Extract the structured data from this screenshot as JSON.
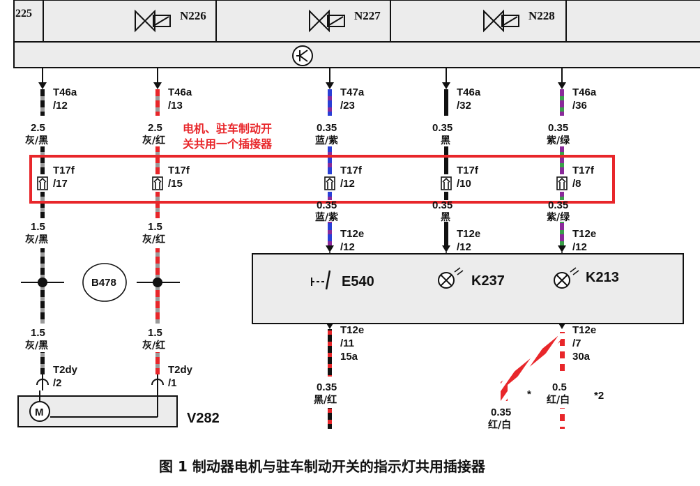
{
  "top_labels": {
    "left_code": "225",
    "n226": "N226",
    "n227": "N227",
    "n228": "N228"
  },
  "wires": [
    {
      "top_connector": "T46a",
      "top_pin": "/12",
      "gauge_top": "2.5",
      "color_top": "灰/黑",
      "mid_connector": "T17f",
      "mid_pin": "/17",
      "gauge_below": "1.5",
      "color_below": "灰/黑",
      "gauge_lower": "1.5",
      "color_lower": "灰/黑",
      "end_connector": "T2dy",
      "end_pin": "/2"
    },
    {
      "top_connector": "T46a",
      "top_pin": "/13",
      "gauge_top": "2.5",
      "color_top": "灰/红",
      "mid_connector": "T17f",
      "mid_pin": "/15",
      "gauge_below": "1.5",
      "color_below": "灰/红",
      "gauge_lower": "1.5",
      "color_lower": "灰/红",
      "end_connector": "T2dy",
      "end_pin": "/1"
    },
    {
      "top_connector": "T47a",
      "top_pin": "/23",
      "gauge_top": "0.35",
      "color_top": "蓝/紫",
      "mid_connector": "T17f",
      "mid_pin": "/12",
      "gauge_below": "0.35",
      "color_below": "蓝/紫",
      "lower_connector": "T12e",
      "lower_pin": "/12",
      "bottom_connector": "T12e",
      "bottom_pin": "/11",
      "bottom_extra": "15a",
      "gauge_bottom": "0.35",
      "color_bottom": "黑/红"
    },
    {
      "top_connector": "T46a",
      "top_pin": "/32",
      "gauge_top": "0.35",
      "color_top": "黑",
      "mid_connector": "T17f",
      "mid_pin": "/10",
      "gauge_below": "0.35",
      "color_below": "黑",
      "lower_connector": "T12e",
      "lower_pin": "/12"
    },
    {
      "top_connector": "T46a",
      "top_pin": "/36",
      "gauge_top": "0.35",
      "color_top": "紫/绿",
      "mid_connector": "T17f",
      "mid_pin": "/8",
      "gauge_below": "0.35",
      "color_below": "紫/绿",
      "lower_connector": "T12e",
      "lower_pin": "/12",
      "bottom_connector": "T12e",
      "bottom_pin": "/7",
      "bottom_extra": "30a",
      "gauge_bottom": "0.5",
      "color_bottom": "红/白"
    }
  ],
  "components": {
    "e540": "E540",
    "k237": "K237",
    "k213": "K213",
    "b478": "B478",
    "v282": "V282",
    "motor": "M"
  },
  "branch": {
    "gauge": "0.35",
    "color": "红/白",
    "star1": "*",
    "star2": "*2"
  },
  "annotation": {
    "line1": "电机、驻车制动开",
    "line2": "关共用一个插接器"
  },
  "caption": "图 1  制动器电机与驻车制动开关的指示灯共用插接器",
  "colors": {
    "highlight": "#e8262a",
    "box_fill": "#ececec",
    "wire_gray": "#9a9a9a",
    "wire_red": "#e8262a",
    "wire_blue": "#2a3fd6",
    "wire_purple": "#8a2a9a",
    "wire_green": "#3aa04a",
    "wire_black": "#111111"
  }
}
